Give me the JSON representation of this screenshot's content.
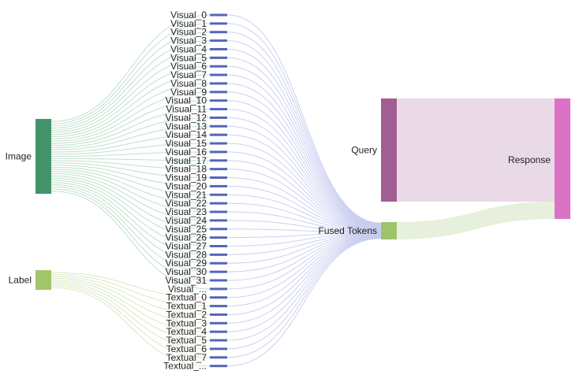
{
  "diagram": {
    "type": "sankey",
    "nodes": {
      "image": {
        "label": "Image",
        "color": "#44936b"
      },
      "label": {
        "label": "Label",
        "color": "#a2c46a"
      },
      "query": {
        "label": "Query",
        "color": "#a05e92"
      },
      "fused": {
        "label": "Fused Tokens",
        "color": "#9dc46b"
      },
      "response": {
        "label": "Response",
        "color": "#dc72c6"
      }
    },
    "token_color": "#5566b8",
    "visual_tokens": [
      "Visual_0",
      "Visual_1",
      "Visual_2",
      "Visual_3",
      "Visual_4",
      "Visual_5",
      "Visual_6",
      "Visual_7",
      "Visual_8",
      "Visual_9",
      "Visual_10",
      "Visual_11",
      "Visual_12",
      "Visual_13",
      "Visual_14",
      "Visual_15",
      "Visual_16",
      "Visual_17",
      "Visual_18",
      "Visual_19",
      "Visual_20",
      "Visual_21",
      "Visual_22",
      "Visual_23",
      "Visual_24",
      "Visual_25",
      "Visual_26",
      "Visual_27",
      "Visual_28",
      "Visual_29",
      "Visual_30",
      "Visual_31",
      "Visual_..."
    ],
    "textual_tokens": [
      "Textual_0",
      "Textual_1",
      "Textual_2",
      "Textual_3",
      "Textual_4",
      "Textual_5",
      "Textual_6",
      "Textual_7",
      "Textual_..."
    ],
    "link_colors": {
      "image_to_visual": "#b9dcc7",
      "label_to_textual": "#d5e6bb",
      "token_to_fused": "#c6cbee",
      "query_to_response": "#ead9e6",
      "fused_to_response": "#e6f0dc"
    }
  }
}
